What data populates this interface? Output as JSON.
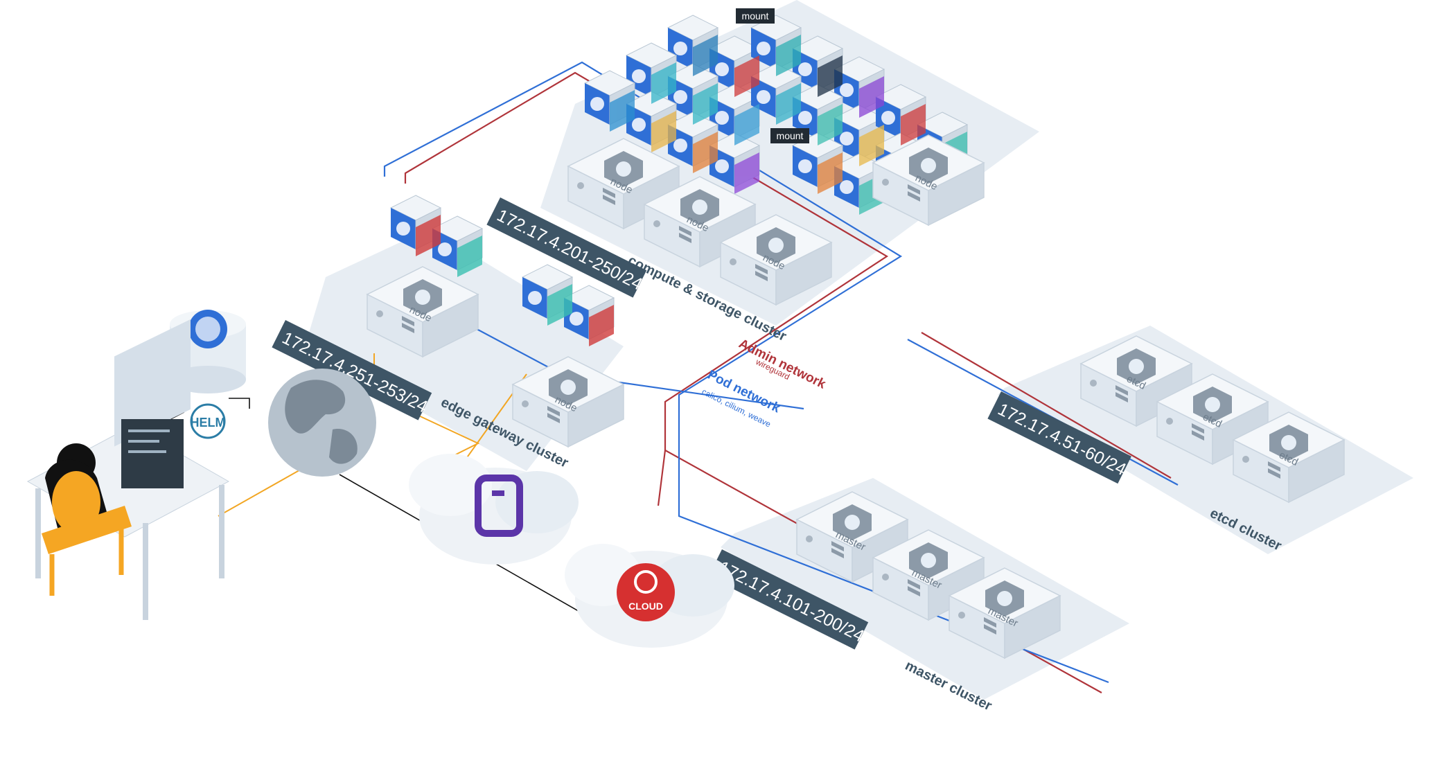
{
  "clusters": {
    "compute": {
      "subnet": "172.17.4.201-250/24",
      "name": "compute & storage cluster",
      "node_label": "node",
      "mount_label": "mount"
    },
    "edge": {
      "subnet": "172.17.4.251-253/24",
      "name": "edge gateway cluster",
      "node_label": "node"
    },
    "etcd": {
      "subnet": "172.17.4.51-60/24",
      "name": "etcd cluster",
      "node_label": "etcd"
    },
    "master": {
      "subnet": "172.17.4.101-200/24",
      "name": "master cluster",
      "node_label": "master"
    }
  },
  "networks": {
    "admin": {
      "title": "Admin network",
      "subtitle": "wireguard",
      "color": "#b0343a"
    },
    "pod": {
      "title": "Pod network",
      "subtitle": "calico, cilium, weave",
      "color": "#2f6fd6"
    }
  },
  "tools": {
    "helm": "HELM",
    "cloud": "CLOUD"
  },
  "colors": {
    "node_fill": "#e6eef6",
    "platform": "#d5dfe9",
    "label_bg": "#3e5566",
    "edge_line": "#f2a623",
    "user_chair": "#f5a623",
    "cloud_badge": "#d63030",
    "cloud_icon": "#5b35a8"
  }
}
